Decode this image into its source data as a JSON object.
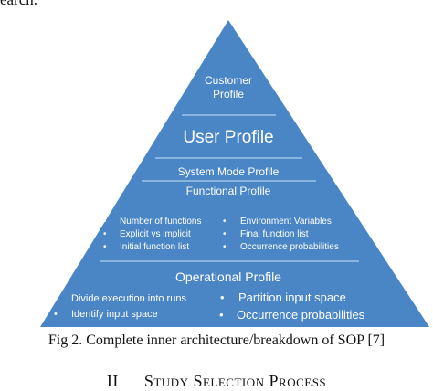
{
  "top_fragment": "earch.",
  "colors": {
    "pyramid_fill": "#4a86c5",
    "divider": "#9ec3e8",
    "text": "#ffffff",
    "caption_text": "#111111"
  },
  "pyramid": {
    "customer_profile": [
      "Customer",
      "Profile"
    ],
    "user_profile": "User Profile",
    "system_mode_profile": "System Mode Profile",
    "functional_profile": {
      "title": "Functional Profile",
      "left_items": [
        "Number of functions",
        "Explicit vs implicit",
        "Initial function list"
      ],
      "right_items": [
        "Environment Variables",
        "Final function list",
        "Occurrence probabilities"
      ]
    },
    "operational_profile": {
      "title": "Operational Profile",
      "left_items": [
        "Divide execution into runs",
        "Identify input space"
      ],
      "right_items": [
        "Partition input space",
        "Occurrence probabilities"
      ]
    }
  },
  "caption": "Fig 2. Complete inner architecture/breakdown of SOP [7]",
  "section_heading": {
    "number": "II",
    "title": "Study Selection Process"
  }
}
